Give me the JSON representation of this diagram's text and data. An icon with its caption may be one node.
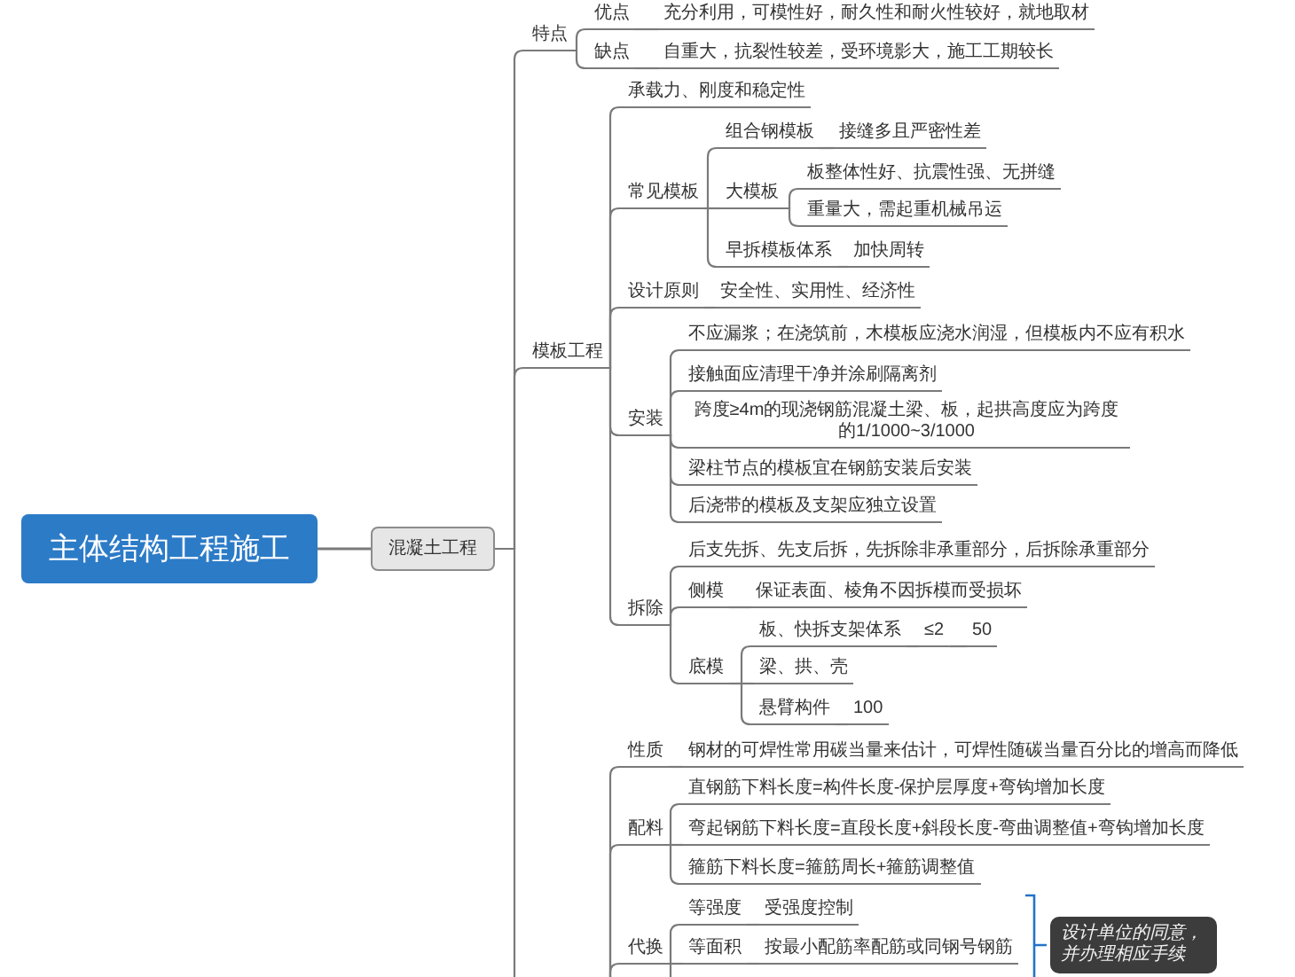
{
  "diagram": {
    "nodes": [
      {
        "text": [
          "主体结构工程施工"
        ]
      },
      {
        "text": [
          "混凝土工程"
        ]
      },
      {
        "text": [
          "特点"
        ]
      },
      {
        "text": [
          "优点"
        ]
      },
      {
        "text": [
          "充分利用，可模性好，耐久性和耐火性较好，就地取材"
        ]
      },
      {
        "text": [
          "缺点"
        ]
      },
      {
        "text": [
          "自重大，抗裂性较差，受环境影大，施工工期较长"
        ]
      },
      {
        "text": [
          "模板工程"
        ]
      },
      {
        "text": [
          "承载力、刚度和稳定性"
        ]
      },
      {
        "text": [
          "常见模板"
        ]
      },
      {
        "text": [
          "组合钢模板"
        ]
      },
      {
        "text": [
          "接缝多且严密性差"
        ]
      },
      {
        "text": [
          "大模板"
        ]
      },
      {
        "text": [
          "板整体性好、抗震性强、无拼缝"
        ]
      },
      {
        "text": [
          "重量大，需起重机械吊运"
        ]
      },
      {
        "text": [
          "早拆模板体系"
        ]
      },
      {
        "text": [
          "加快周转"
        ]
      },
      {
        "text": [
          "设计原则"
        ]
      },
      {
        "text": [
          "安全性、实用性、经济性"
        ]
      },
      {
        "text": [
          "安装"
        ]
      },
      {
        "text": [
          "不应漏浆；在浇筑前，木模板应浇水润湿，但模板内不应有积水"
        ]
      },
      {
        "text": [
          "接触面应清理干净并涂刷隔离剂"
        ]
      },
      {
        "text": [
          "跨度≥4m的现浇钢筋混凝土梁、板，起拱高度应为跨度的1/1000~3/1000"
        ]
      },
      {
        "text": [
          "梁柱节点的模板宜在钢筋安装后安装"
        ]
      },
      {
        "text": [
          "后浇带的模板及支架应独立设置"
        ]
      },
      {
        "text": [
          "拆除"
        ]
      },
      {
        "text": [
          "后支先拆、先支后拆，先拆除非承重部分，后拆除承重部分"
        ]
      },
      {
        "text": [
          "侧模"
        ]
      },
      {
        "text": [
          "保证表面、棱角不因拆模而受损坏"
        ]
      },
      {
        "text": [
          "底模"
        ]
      },
      {
        "text": [
          "板、快拆支架体系"
        ]
      },
      {
        "text": [
          "≤2"
        ]
      },
      {
        "text": [
          "50"
        ]
      },
      {
        "text": [
          "梁、拱、壳"
        ]
      },
      {
        "text": [
          "悬臂构件"
        ]
      },
      {
        "text": [
          "100"
        ]
      },
      {
        "text": [
          "性质"
        ]
      },
      {
        "text": [
          "钢材的可焊性常用碳当量来估计，可焊性随碳当量百分比的增高而降低"
        ]
      },
      {
        "text": [
          "配料"
        ]
      },
      {
        "text": [
          "直钢筋下料长度=构件长度-保护层厚度+弯钩增加长度"
        ]
      },
      {
        "text": [
          "弯起钢筋下料长度=直段长度+斜段长度-弯曲调整值+弯钩增加长度"
        ]
      },
      {
        "text": [
          "箍筋下料长度=箍筋周长+箍筋调整值"
        ]
      },
      {
        "text": [
          "代换"
        ]
      },
      {
        "text": [
          "等强度"
        ]
      },
      {
        "text": [
          "受强度控制"
        ]
      },
      {
        "text": [
          "等面积"
        ]
      },
      {
        "text": [
          "按最小配筋率配筋或同钢号钢筋"
        ]
      },
      {
        "text": [
          "设计单位的同意，并办理相应手续"
        ]
      }
    ],
    "edges": [
      {
        "from": 0,
        "to": 1,
        "arrow": "none"
      },
      {
        "from": 1,
        "to": 2,
        "arrow": "none"
      },
      {
        "from": 1,
        "to": 7,
        "arrow": "none"
      },
      {
        "from": 1,
        "to": null,
        "arrow": "none"
      },
      {
        "from": 2,
        "to": 3,
        "arrow": "none"
      },
      {
        "from": 3,
        "to": 4,
        "arrow": "none"
      },
      {
        "from": 2,
        "to": 5,
        "arrow": "none"
      },
      {
        "from": 5,
        "to": 6,
        "arrow": "none"
      },
      {
        "from": 7,
        "to": 8,
        "arrow": "none"
      },
      {
        "from": 7,
        "to": 9,
        "arrow": "none"
      },
      {
        "from": 9,
        "to": 10,
        "arrow": "none"
      },
      {
        "from": 10,
        "to": 11,
        "arrow": "none"
      },
      {
        "from": 9,
        "to": 12,
        "arrow": "none"
      },
      {
        "from": 12,
        "to": 13,
        "arrow": "none"
      },
      {
        "from": 12,
        "to": 14,
        "arrow": "none"
      },
      {
        "from": 9,
        "to": 15,
        "arrow": "none"
      },
      {
        "from": 15,
        "to": 16,
        "arrow": "none"
      },
      {
        "from": 7,
        "to": 17,
        "arrow": "none"
      },
      {
        "from": 17,
        "to": 18,
        "arrow": "none"
      },
      {
        "from": 7,
        "to": 19,
        "arrow": "none"
      },
      {
        "from": 19,
        "to": 20,
        "arrow": "none"
      },
      {
        "from": 19,
        "to": 21,
        "arrow": "none"
      },
      {
        "from": 19,
        "to": 22,
        "arrow": "none"
      },
      {
        "from": 19,
        "to": 23,
        "arrow": "none"
      },
      {
        "from": 19,
        "to": 24,
        "arrow": "none"
      },
      {
        "from": 7,
        "to": 25,
        "arrow": "none"
      },
      {
        "from": 25,
        "to": 26,
        "arrow": "none"
      },
      {
        "from": 25,
        "to": 27,
        "arrow": "none"
      },
      {
        "from": 27,
        "to": 28,
        "arrow": "none"
      },
      {
        "from": 25,
        "to": 29,
        "arrow": "none"
      },
      {
        "from": 29,
        "to": 30,
        "arrow": "none"
      },
      {
        "from": 30,
        "to": 31,
        "arrow": "none"
      },
      {
        "from": 31,
        "to": 32,
        "arrow": "none"
      },
      {
        "from": 29,
        "to": 33,
        "arrow": "none"
      },
      {
        "from": 29,
        "to": 34,
        "arrow": "none"
      },
      {
        "from": 34,
        "to": 35,
        "arrow": "none"
      },
      {
        "from": null,
        "to": 36,
        "arrow": "none"
      },
      {
        "from": 36,
        "to": 37,
        "arrow": "none"
      },
      {
        "from": null,
        "to": 38,
        "arrow": "none"
      },
      {
        "from": 38,
        "to": 39,
        "arrow": "none"
      },
      {
        "from": 38,
        "to": 40,
        "arrow": "none"
      },
      {
        "from": 38,
        "to": 41,
        "arrow": "none"
      },
      {
        "from": null,
        "to": 42,
        "arrow": "none"
      },
      {
        "from": 42,
        "to": 43,
        "arrow": "none"
      },
      {
        "from": 43,
        "to": 44,
        "arrow": "none"
      },
      {
        "from": 42,
        "to": 45,
        "arrow": "none"
      },
      {
        "from": 45,
        "to": 46,
        "arrow": "none"
      },
      {
        "from": 42,
        "to": null,
        "arrow": "none"
      }
    ]
  }
}
